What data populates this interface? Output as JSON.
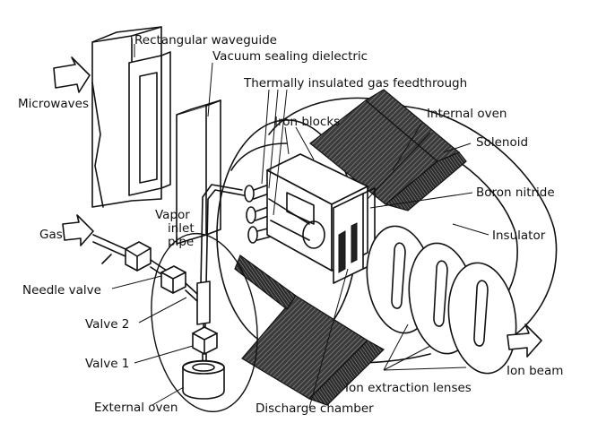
{
  "labels": {
    "rect_waveguide": "Rectangular waveguide",
    "vacuum_dielectric": "Vacuum sealing dielectric",
    "thermal_feedthrough": "Thermally insulated gas feedthrough",
    "microwaves": "Microwaves",
    "iron_blocks": "Iron blocks",
    "internal_oven": "Internal oven",
    "solenoid": "Solenoid",
    "boron_nitride": "Boron nitride",
    "insulator": "Insulator",
    "vapor": "Vapor",
    "inlet": "inlet",
    "pipe": "pipe",
    "gas": "Gas",
    "needle_valve": "Needle valve",
    "valve2": "Valve 2",
    "valve1": "Valve 1",
    "external_oven": "External oven",
    "discharge_chamber": "Discharge chamber",
    "ion_extraction_lenses": "Ion extraction lenses",
    "ion_beam": "Ion beam"
  }
}
